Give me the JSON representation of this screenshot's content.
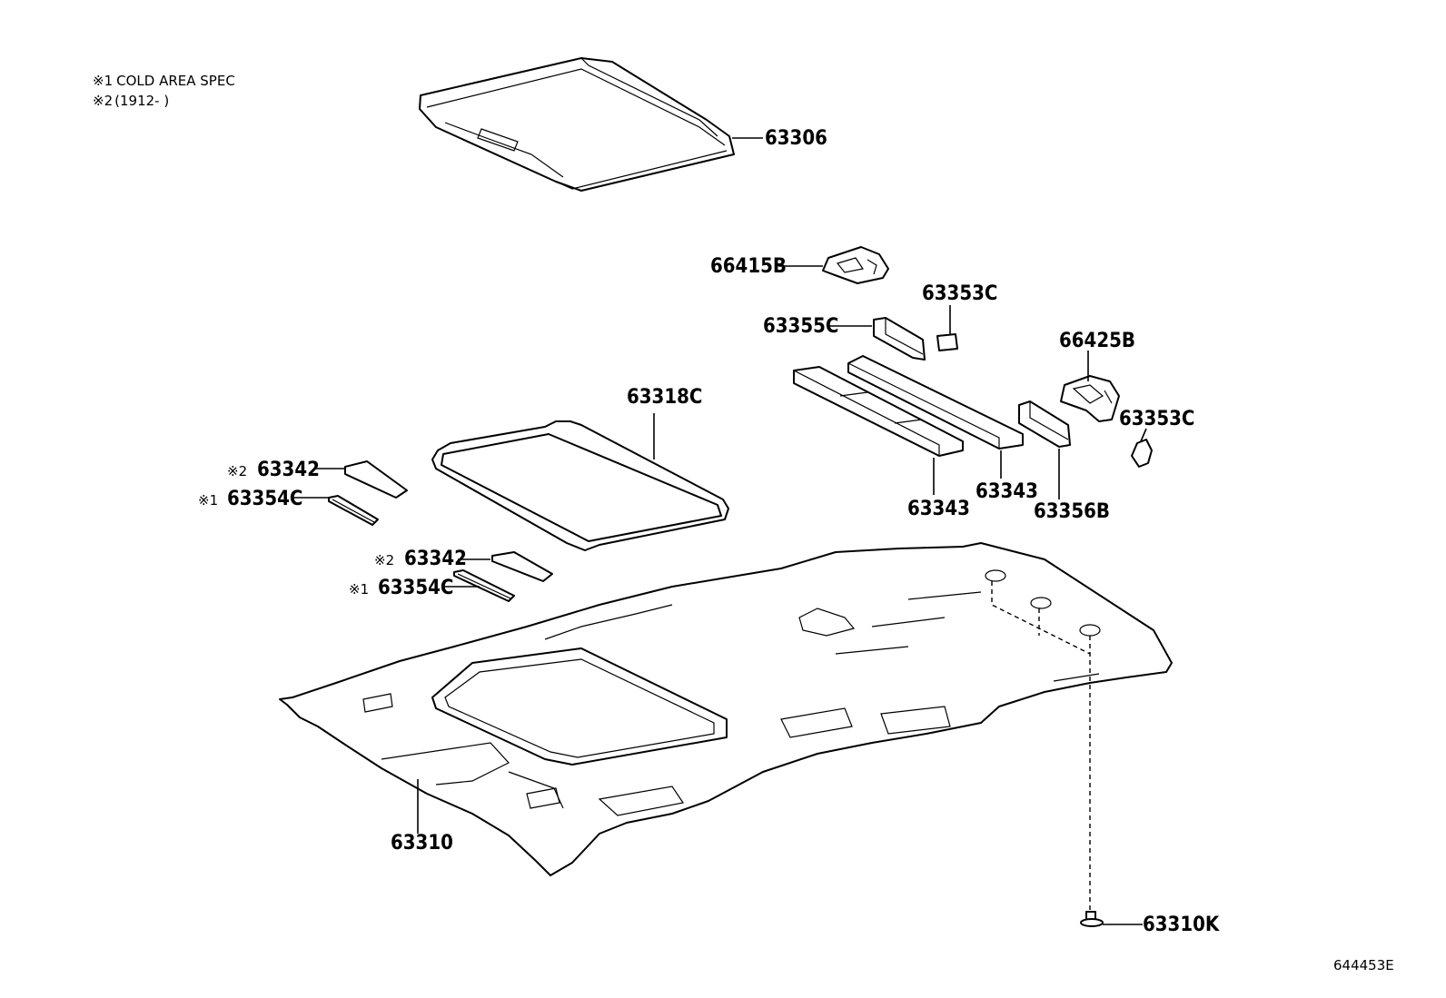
{
  "notes": [
    {
      "mark": "※1",
      "text": "COLD AREA SPEC"
    },
    {
      "mark": "※2",
      "text": "(1912-      )"
    }
  ],
  "callouts": {
    "p63306": "63306",
    "p66415B": "66415B",
    "p63353C_a": "63353C",
    "p63355C": "63355C",
    "p66425B": "66425B",
    "p63353C_b": "63353C",
    "p63318C": "63318C",
    "p63342_a": "63342",
    "p63354C_a": "63354C",
    "p63342_b": "63342",
    "p63354C_b": "63354C",
    "p63343_a": "63343",
    "p63343_b": "63343",
    "p63356B": "63356B",
    "p63310": "63310",
    "p63310K": "63310K"
  },
  "marks": {
    "m63342_a": "※2",
    "m63354C_a": "※1",
    "m63342_b": "※2",
    "m63354C_b": "※1"
  },
  "diagram_code": "644453E"
}
